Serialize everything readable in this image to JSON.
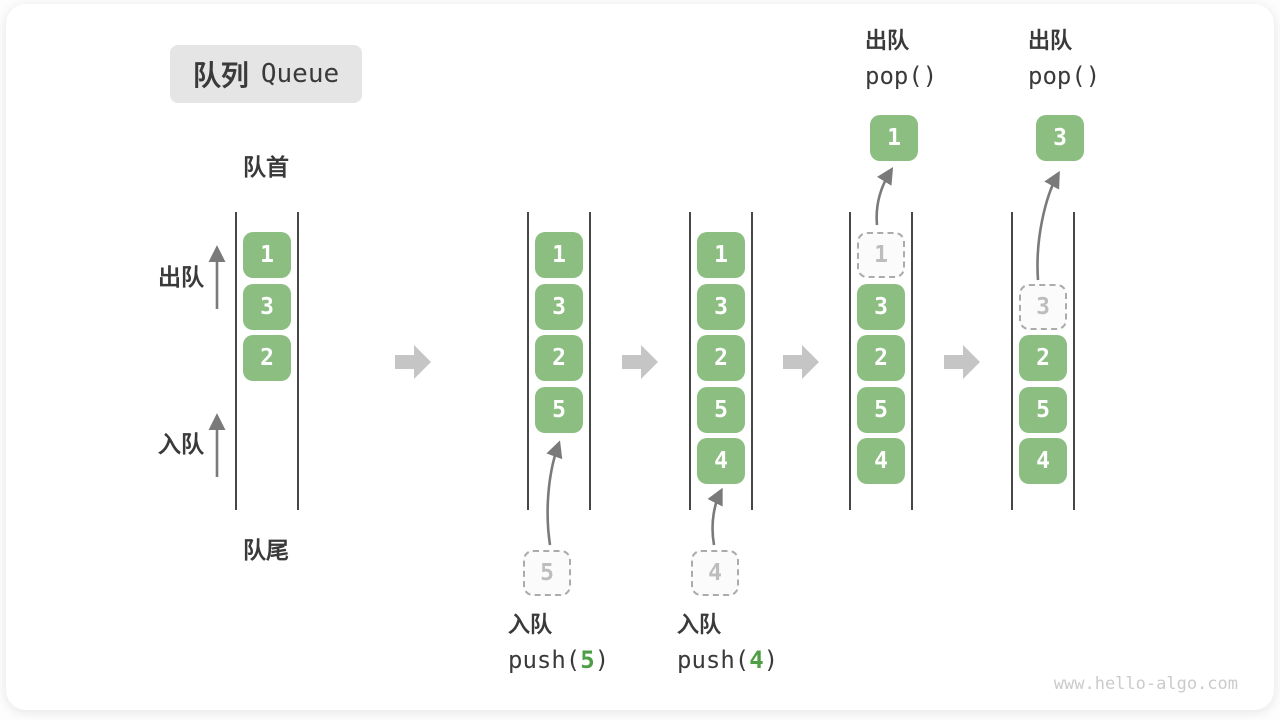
{
  "title": {
    "zh": "队列",
    "en": "Queue"
  },
  "side_labels": {
    "front": "队首",
    "rear": "队尾",
    "dequeue": "出队",
    "enqueue": "入队"
  },
  "watermark": "www.hello-algo.com",
  "colors": {
    "box_green": "#8CBE82",
    "code_green": "#4D9E45",
    "text_dark": "#3A3A3A",
    "title_bg": "#E5E5E5",
    "wall_dark": "#474747",
    "ghost_border": "#ABABAB",
    "ghost_text": "#BDBDBD",
    "ghost_bg": "#FBFBFB",
    "transition_arrow_gray": "#C5C5C5",
    "curve_arrow_gray": "#7A7A7A",
    "watermark_gray": "#CBCBCB"
  },
  "states": [
    {
      "name": "initial",
      "items": [
        {
          "value": "1",
          "slot": 0
        },
        {
          "value": "3",
          "slot": 1
        },
        {
          "value": "2",
          "slot": 2
        }
      ]
    },
    {
      "name": "after-push-5",
      "items": [
        {
          "value": "1",
          "slot": 0
        },
        {
          "value": "3",
          "slot": 1
        },
        {
          "value": "2",
          "slot": 2
        },
        {
          "value": "5",
          "slot": 3
        }
      ],
      "staging": {
        "value": "5"
      },
      "op": {
        "label": "入队",
        "code_open": "push(",
        "code_arg": "5",
        "code_close": ")"
      }
    },
    {
      "name": "after-push-4",
      "items": [
        {
          "value": "1",
          "slot": 0
        },
        {
          "value": "3",
          "slot": 1
        },
        {
          "value": "2",
          "slot": 2
        },
        {
          "value": "5",
          "slot": 3
        },
        {
          "value": "4",
          "slot": 4
        }
      ],
      "staging": {
        "value": "4"
      },
      "op": {
        "label": "入队",
        "code_open": "push(",
        "code_arg": "4",
        "code_close": ")"
      }
    },
    {
      "name": "after-pop-1",
      "items": [
        {
          "value": "1",
          "slot": 0,
          "ghost": true
        },
        {
          "value": "3",
          "slot": 1
        },
        {
          "value": "2",
          "slot": 2
        },
        {
          "value": "5",
          "slot": 3
        },
        {
          "value": "4",
          "slot": 4
        }
      ],
      "popped": {
        "value": "1"
      },
      "op": {
        "label": "出队",
        "code": "pop()"
      }
    },
    {
      "name": "after-pop-3",
      "items": [
        {
          "value": "3",
          "slot": 1,
          "ghost": true
        },
        {
          "value": "2",
          "slot": 2
        },
        {
          "value": "5",
          "slot": 3
        },
        {
          "value": "4",
          "slot": 4
        }
      ],
      "popped": {
        "value": "3"
      },
      "op": {
        "label": "出队",
        "code": "pop()"
      }
    }
  ]
}
